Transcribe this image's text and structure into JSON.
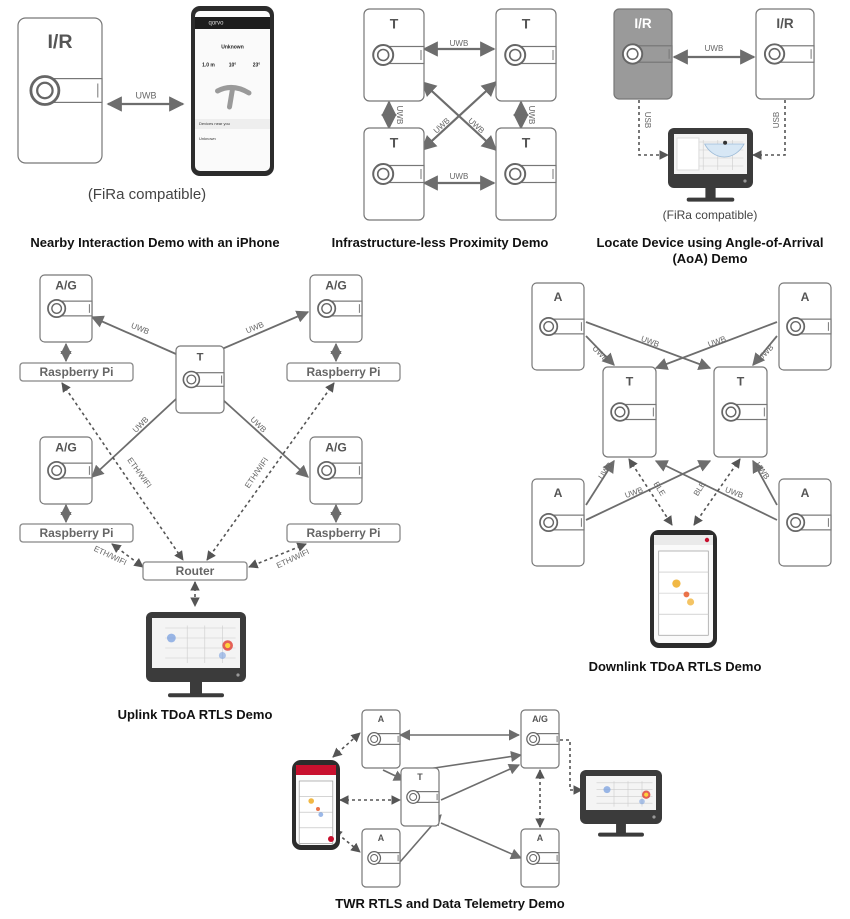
{
  "captions": {
    "nearby": "Nearby Interaction Demo with an iPhone",
    "infra": "Infrastructure-less Proximity Demo",
    "aoa_line1": "Locate Device using Angle-of-Arrival",
    "aoa_line2": "(AoA) Demo",
    "uplink": "Uplink TDoA RTLS Demo",
    "downlink": "Downlink TDoA RTLS Demo",
    "twr": "TWR RTLS and Data Telemetry Demo"
  },
  "fira_label": "(FiRa compatible)",
  "link_labels": {
    "uwb": "UWB",
    "usb": "USB",
    "ble": "BLE",
    "eth_wifi": "ETH/WIFI"
  },
  "device_labels": {
    "ir": "I/R",
    "t": "T",
    "a": "A",
    "ag": "A/G"
  },
  "box_labels": {
    "raspberry_pi": "Raspberry Pi",
    "router": "Router"
  },
  "phone_app": {
    "brand": "qorvo",
    "status": "Unknown",
    "m1": "1.0 m",
    "m2": "10°",
    "m3": "23°",
    "list_title": "Devices near you",
    "list_item": "Unknown"
  },
  "colors": {
    "line": "#6d6d6d",
    "device_fill": "#ffffff",
    "device_gray": "#9a9a9a",
    "monitor": "#3b3b3b",
    "accent_red": "#c8102e"
  }
}
